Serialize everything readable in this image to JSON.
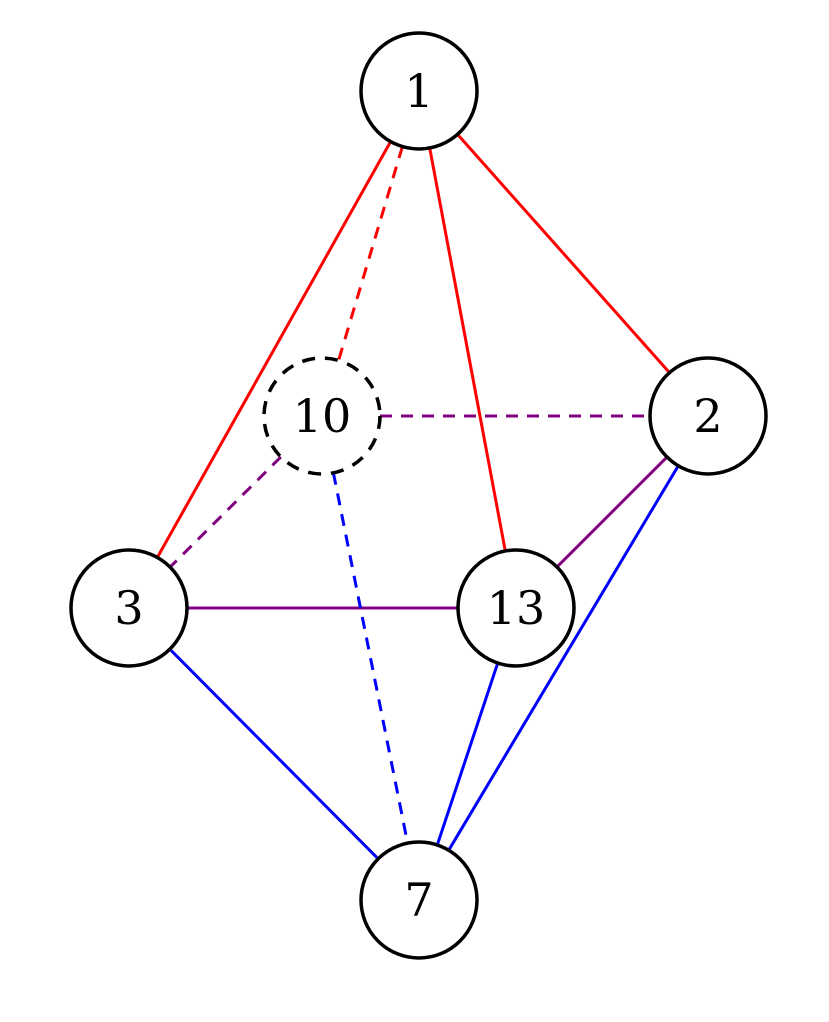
{
  "diagram": {
    "type": "graph",
    "colors": {
      "red": "#ff0000",
      "purple": "#800080",
      "blue": "#0000ff",
      "node_stroke": "#000000",
      "node_fill": "#ffffff"
    },
    "nodes": [
      {
        "id": "1",
        "label": "1",
        "style": "solid"
      },
      {
        "id": "2",
        "label": "2",
        "style": "solid"
      },
      {
        "id": "3",
        "label": "3",
        "style": "solid"
      },
      {
        "id": "10",
        "label": "10",
        "style": "dashed"
      },
      {
        "id": "13",
        "label": "13",
        "style": "solid"
      },
      {
        "id": "7",
        "label": "7",
        "style": "solid"
      }
    ],
    "edges": [
      {
        "from": "1",
        "to": "3",
        "color": "red",
        "style": "solid"
      },
      {
        "from": "1",
        "to": "10",
        "color": "red",
        "style": "dashed"
      },
      {
        "from": "1",
        "to": "13",
        "color": "red",
        "style": "solid"
      },
      {
        "from": "1",
        "to": "2",
        "color": "red",
        "style": "solid"
      },
      {
        "from": "10",
        "to": "2",
        "color": "purple",
        "style": "dashed"
      },
      {
        "from": "10",
        "to": "3",
        "color": "purple",
        "style": "dashed"
      },
      {
        "from": "3",
        "to": "13",
        "color": "purple",
        "style": "solid"
      },
      {
        "from": "13",
        "to": "2",
        "color": "purple",
        "style": "solid"
      },
      {
        "from": "10",
        "to": "7",
        "color": "blue",
        "style": "dashed"
      },
      {
        "from": "3",
        "to": "7",
        "color": "blue",
        "style": "solid"
      },
      {
        "from": "13",
        "to": "7",
        "color": "blue",
        "style": "solid"
      },
      {
        "from": "2",
        "to": "7",
        "color": "blue",
        "style": "solid"
      }
    ]
  }
}
